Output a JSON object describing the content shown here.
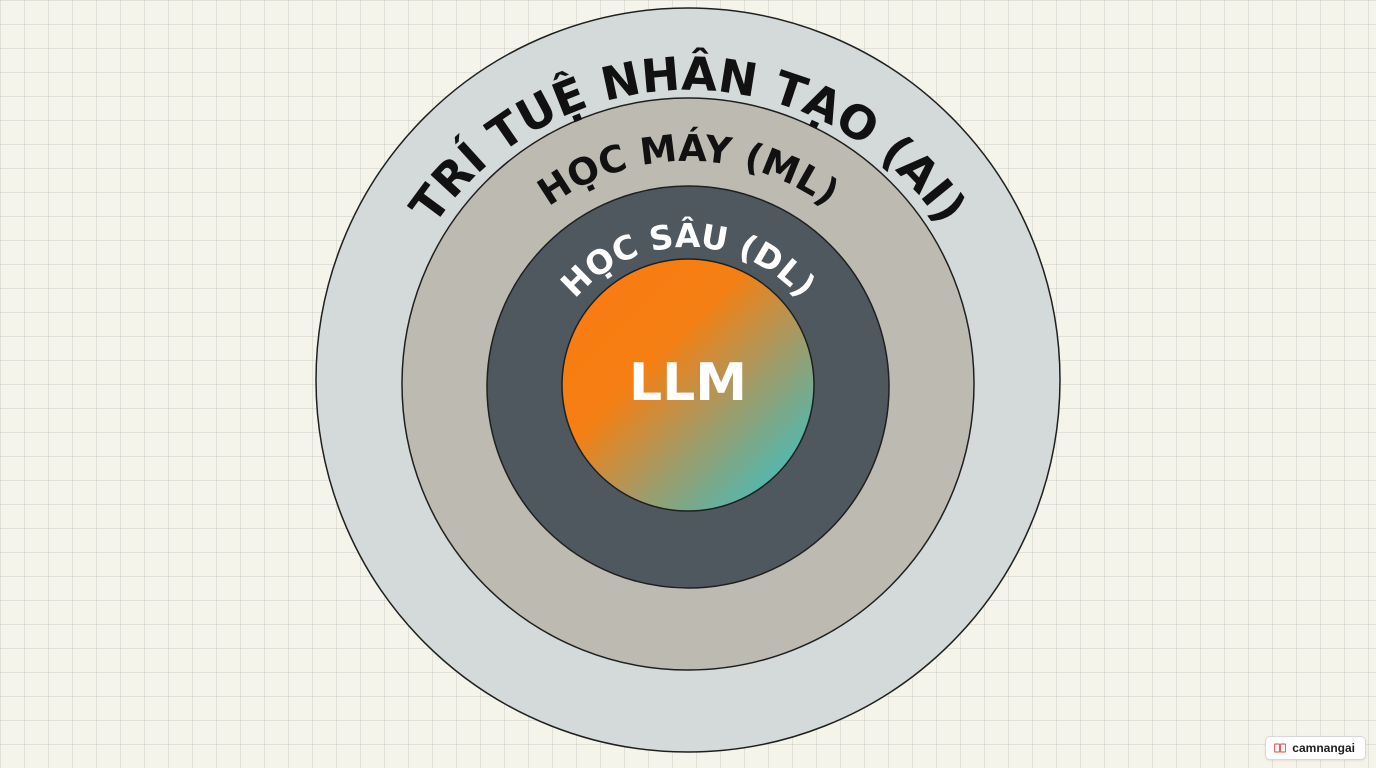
{
  "diagram": {
    "rings": [
      {
        "id": "ai",
        "label": "TRÍ TUỆ NHÂN TẠO (AI)",
        "fill": "#d3dad9",
        "text_color": "#111111"
      },
      {
        "id": "ml",
        "label": "HỌC MÁY (ML)",
        "fill": "#bdbab2",
        "text_color": "#111111"
      },
      {
        "id": "dl",
        "label": "HỌC SÂU (DL)",
        "fill": "#4f585e",
        "text_color": "#ffffff"
      }
    ],
    "core": {
      "label": "LLM",
      "text_color": "#ffffff",
      "gradient": [
        "#fb7a10",
        "#f57f12",
        "#a39a66",
        "#25c7d8"
      ]
    },
    "stroke_color": "#1f1f1f"
  },
  "watermark": {
    "text": "camnangai",
    "icon": "book-icon",
    "icon_color": "#e06666"
  }
}
